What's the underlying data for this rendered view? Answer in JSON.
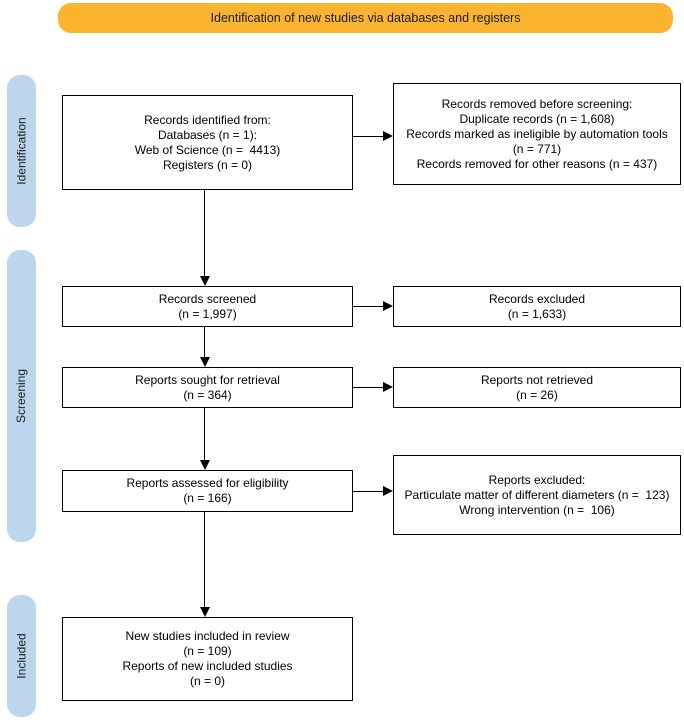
{
  "colors": {
    "banner_bg": "#FBB430",
    "stage_bg": "#BDD6EE",
    "box_border": "#000000"
  },
  "banner": {
    "label": "Identification of new studies via databases and registers"
  },
  "stages": [
    {
      "label": "Identification"
    },
    {
      "label": "Screening"
    },
    {
      "label": "Included"
    }
  ],
  "flow": {
    "identified": {
      "lines": [
        "Records identified from:",
        "Databases (n = 1):",
        "Web of Science (n =  4413)",
        "Registers (n = 0)"
      ]
    },
    "removed_before_screening": {
      "lines": [
        "Records removed before screening:",
        "Duplicate records (n = 1,608)",
        "Records marked as ineligible by automation tools (n = 771)",
        "Records removed for other reasons (n = 437)"
      ]
    },
    "screened": {
      "lines": [
        "Records screened",
        "(n = 1,997)"
      ]
    },
    "records_excluded": {
      "lines": [
        "Records excluded",
        "(n = 1,633)"
      ]
    },
    "sought": {
      "lines": [
        "Reports sought for retrieval",
        "(n = 364)"
      ]
    },
    "not_retrieved": {
      "lines": [
        "Reports not retrieved",
        "(n = 26)"
      ]
    },
    "assessed": {
      "lines": [
        "Reports assessed for eligibility",
        "(n = 166)"
      ]
    },
    "reports_excluded": {
      "lines": [
        "Reports excluded:",
        "Particulate matter of different diameters (n =  123)",
        "Wrong intervention (n =  106)"
      ]
    },
    "included": {
      "lines": [
        "New studies included in review",
        "(n = 109)",
        "Reports of new included studies",
        "(n = 0)"
      ]
    }
  }
}
